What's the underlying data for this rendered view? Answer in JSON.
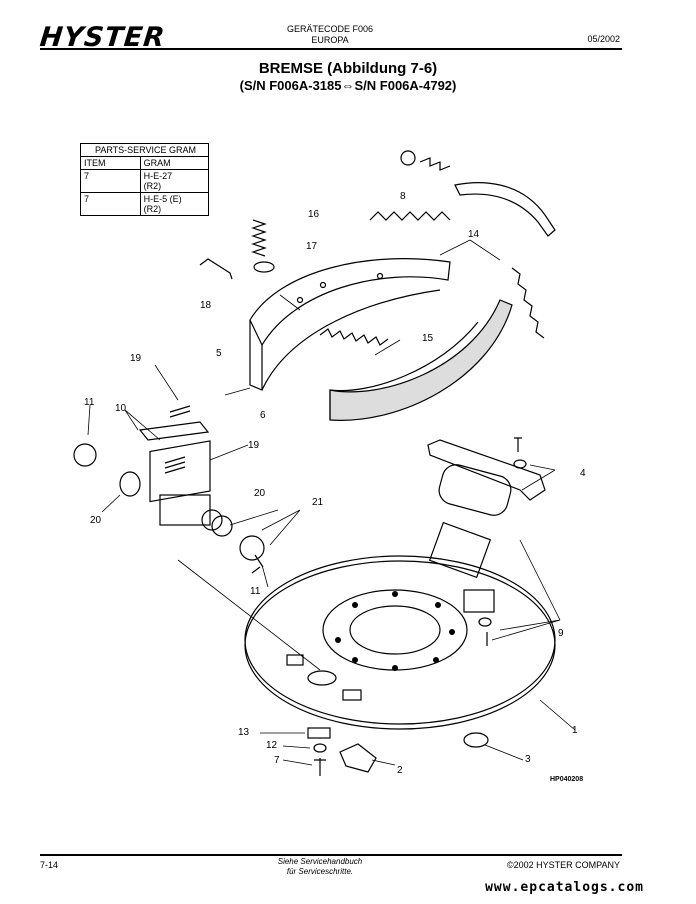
{
  "header": {
    "brand": "HYSTER",
    "code_line1": "GERÄTECODE F006",
    "code_line2": "EUROPA",
    "date": "05/2002"
  },
  "title": "BREMSE (Abbildung 7-6)",
  "subtitle": "(S/N F006A-3185⇔S/N F006A-4792)",
  "parts_service_table": {
    "title": "PARTS-SERVICE GRAM",
    "headers": [
      "ITEM",
      "GRAM"
    ],
    "rows": [
      {
        "item": "7",
        "gram_line1": "H-E-27",
        "gram_line2": "(R2)"
      },
      {
        "item": "7",
        "gram_line1": "H-E-5 (E)",
        "gram_line2": "(R2)"
      }
    ]
  },
  "callouts": [
    "1",
    "2",
    "3",
    "4",
    "5",
    "6",
    "7",
    "8",
    "9",
    "10",
    "11",
    "11",
    "12",
    "13",
    "14",
    "15",
    "16",
    "17",
    "18",
    "19",
    "19",
    "20",
    "20",
    "21"
  ],
  "drawing_ref": "HP040208",
  "footer": {
    "page": "7-14",
    "note_line1": "Siehe Servicehandbuch",
    "note_line2": "für Serviceschritte.",
    "copyright": "©2002 HYSTER COMPANY"
  },
  "watermark": "www.epcatalogs.com"
}
